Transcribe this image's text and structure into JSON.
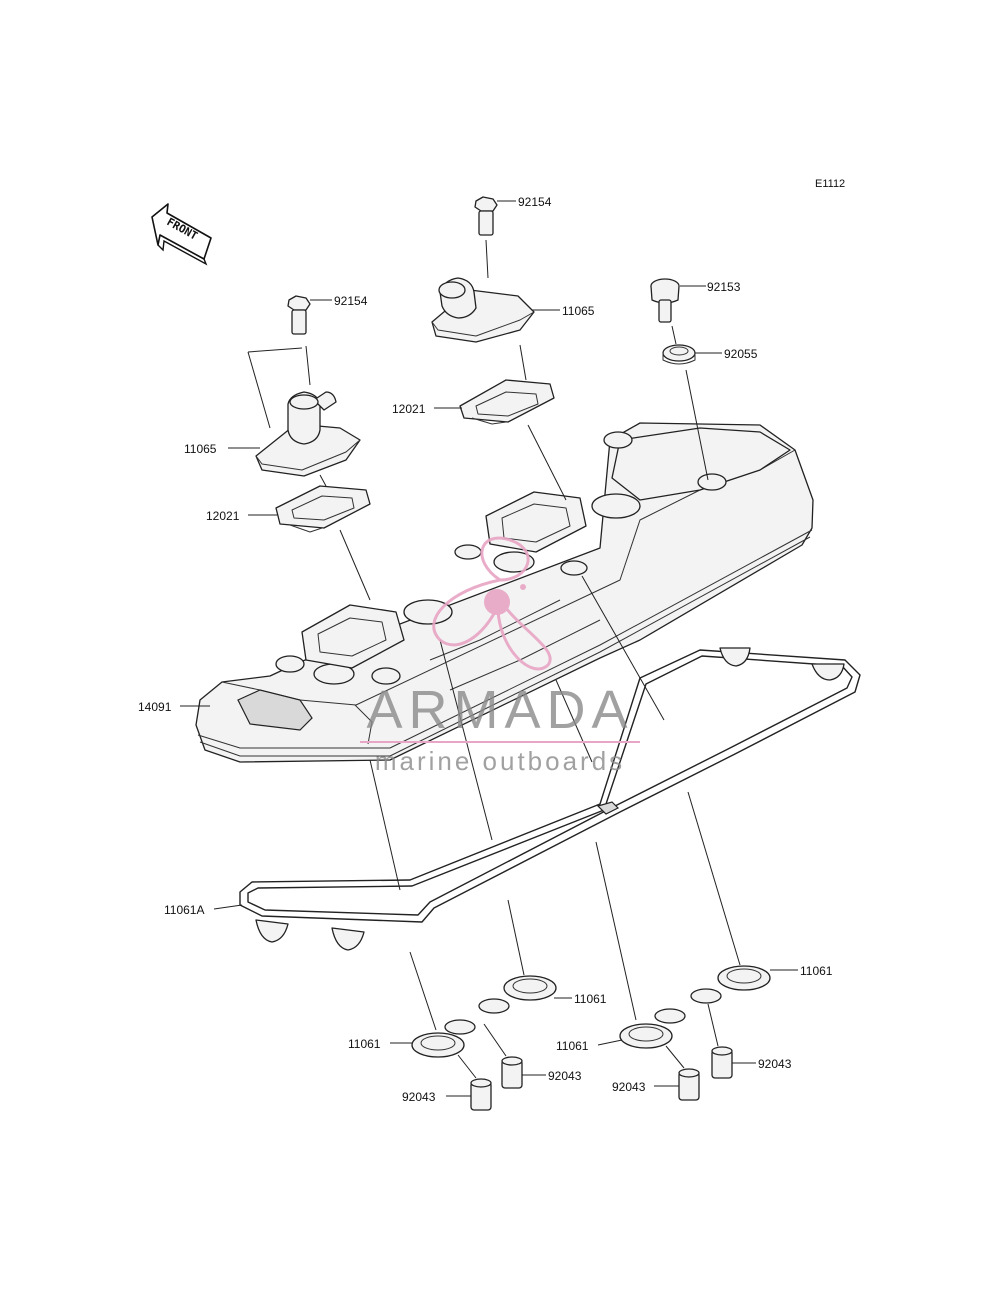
{
  "diagram_code": "E1112",
  "direction_marker": "FRONT",
  "watermark": {
    "brand": "ARMADA",
    "tagline": "marine outboards",
    "accent_color": "#e8a5c4"
  },
  "callouts": [
    {
      "id": "c01",
      "part_number": "92154"
    },
    {
      "id": "c02",
      "part_number": "11065"
    },
    {
      "id": "c03",
      "part_number": "92153"
    },
    {
      "id": "c04",
      "part_number": "92055"
    },
    {
      "id": "c05",
      "part_number": "12021"
    },
    {
      "id": "c06",
      "part_number": "92154"
    },
    {
      "id": "c07",
      "part_number": "11065"
    },
    {
      "id": "c08",
      "part_number": "12021"
    },
    {
      "id": "c09",
      "part_number": "14091"
    },
    {
      "id": "c10",
      "part_number": "11061A"
    },
    {
      "id": "c11",
      "part_number": "11061"
    },
    {
      "id": "c12",
      "part_number": "11061"
    },
    {
      "id": "c13",
      "part_number": "11061"
    },
    {
      "id": "c14",
      "part_number": "11061"
    },
    {
      "id": "c15",
      "part_number": "92043"
    },
    {
      "id": "c16",
      "part_number": "92043"
    },
    {
      "id": "c17",
      "part_number": "92043"
    },
    {
      "id": "c18",
      "part_number": "92043"
    }
  ]
}
